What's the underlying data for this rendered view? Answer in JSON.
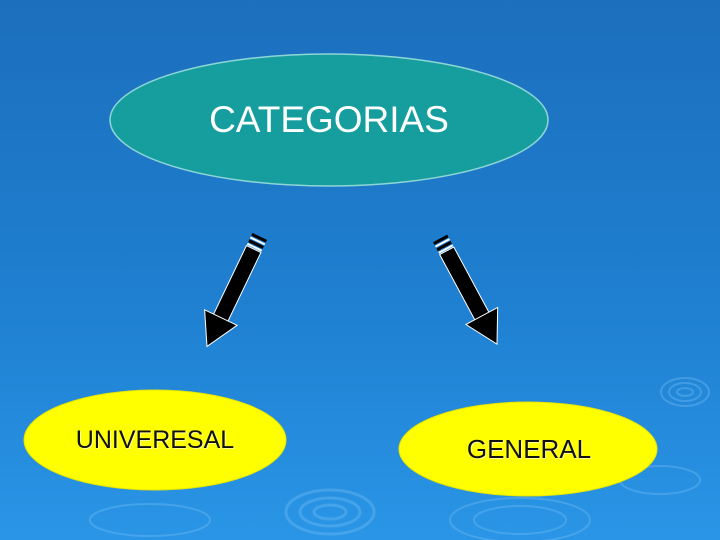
{
  "colors": {
    "background": "#1f7fd0",
    "top_node_fill": "#169e9e",
    "top_node_text": "#ffffff",
    "child_node_fill": "#ffff00",
    "child_node_text": "#111111",
    "arrow_fill": "#000000"
  },
  "diagram": {
    "root": {
      "label": "CATEGORIAS",
      "shape": "ellipse"
    },
    "children": [
      {
        "label": "UNIVERESAL",
        "shape": "ellipse"
      },
      {
        "label": "GENERAL",
        "shape": "ellipse"
      }
    ],
    "edges": [
      {
        "from": "CATEGORIAS",
        "to": "UNIVERESAL",
        "style": "block-arrow"
      },
      {
        "from": "CATEGORIAS",
        "to": "GENERAL",
        "style": "block-arrow"
      }
    ]
  }
}
